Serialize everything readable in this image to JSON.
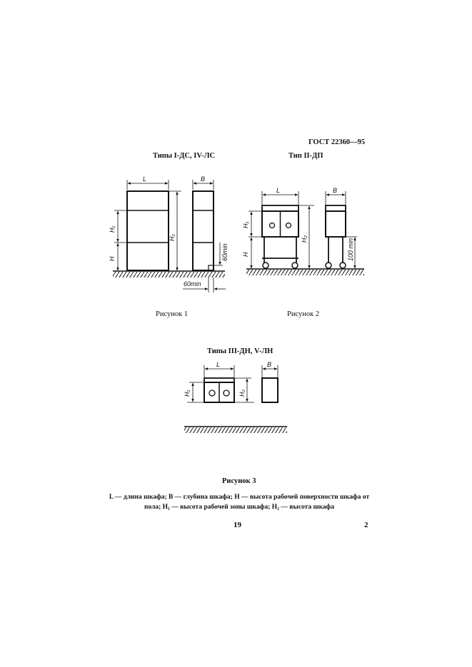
{
  "header": {
    "standard": "ГОСТ 22360—95"
  },
  "figure1": {
    "title": "Типы I-ДС, IV-ЛС",
    "caption": "Рисунок 1",
    "labels": {
      "L": "L",
      "B": "B",
      "H1": "H₁",
      "H2": "H₂",
      "H": "H",
      "clear_v": "60min",
      "clear_h": "60min"
    }
  },
  "figure2": {
    "title": "Тип II-ДП",
    "caption": "Рисунок 2",
    "labels": {
      "L": "L",
      "B": "B",
      "H1": "H₁",
      "H2": "H₂",
      "H": "H",
      "clear_v": "100 min"
    }
  },
  "figure3": {
    "title": "Типы III-ДН, V-ЛН",
    "caption": "Рисунок 3",
    "labels": {
      "L": "L",
      "B": "B",
      "H1": "H₁",
      "H2": "H₂"
    }
  },
  "legend": "L — длина шкафа; B — глубина шкафа; H — высота рабочей поверхности шкафа от пола; H₁ — высота рабочей зоны шкафа; H₂ — высота шкафа",
  "footer": {
    "page_number": "19",
    "sheet_number": "2"
  }
}
